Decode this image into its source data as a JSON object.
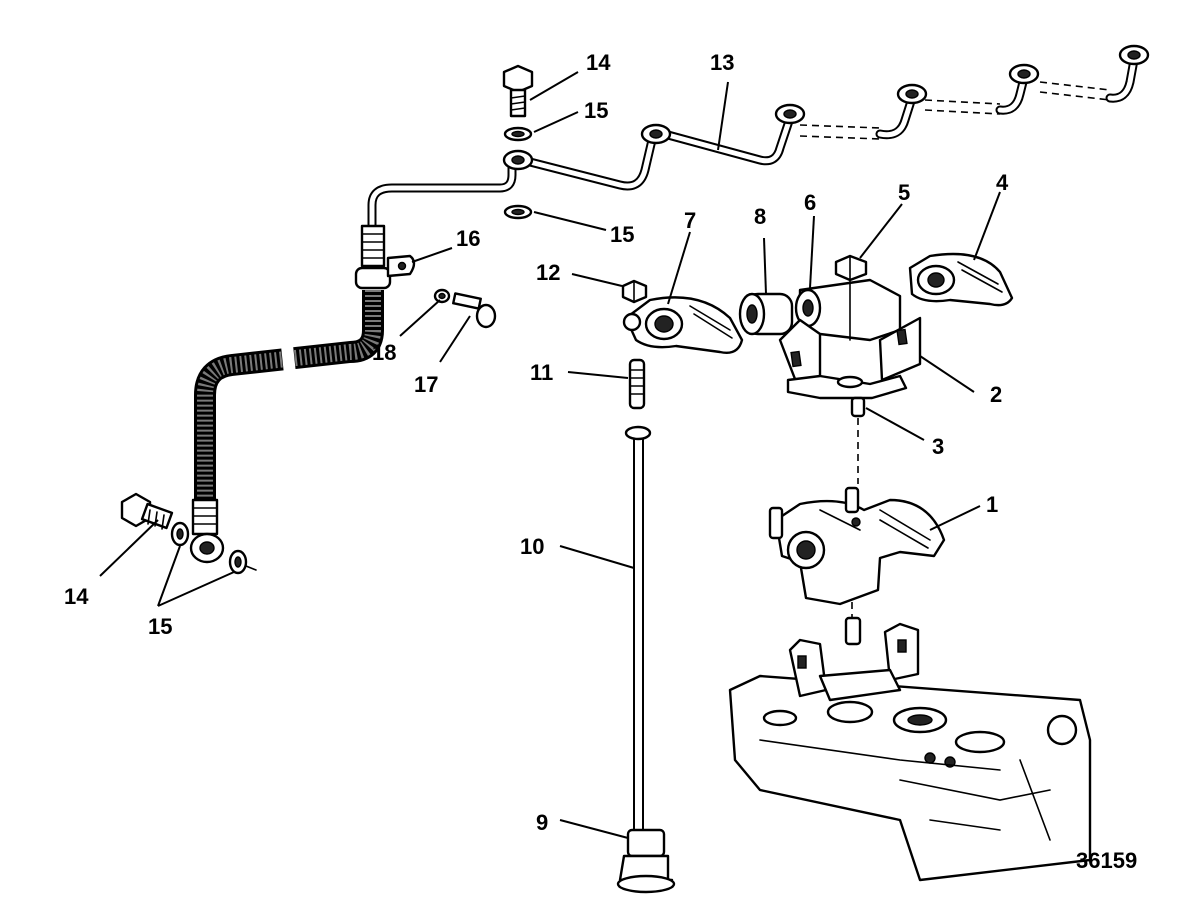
{
  "labels": {
    "p1": "1",
    "p2": "2",
    "p3": "3",
    "p4": "4",
    "p5": "5",
    "p6": "6",
    "p7": "7",
    "p8": "8",
    "p9": "9",
    "p10": "10",
    "p11": "11",
    "p12": "12",
    "p13": "13",
    "p14_top": "14",
    "p14_left": "14",
    "p15_top_a": "15",
    "p15_top_b": "15",
    "p15_left": "15",
    "p16": "16",
    "p17": "17",
    "p18": "18"
  },
  "figure_number": "36159"
}
